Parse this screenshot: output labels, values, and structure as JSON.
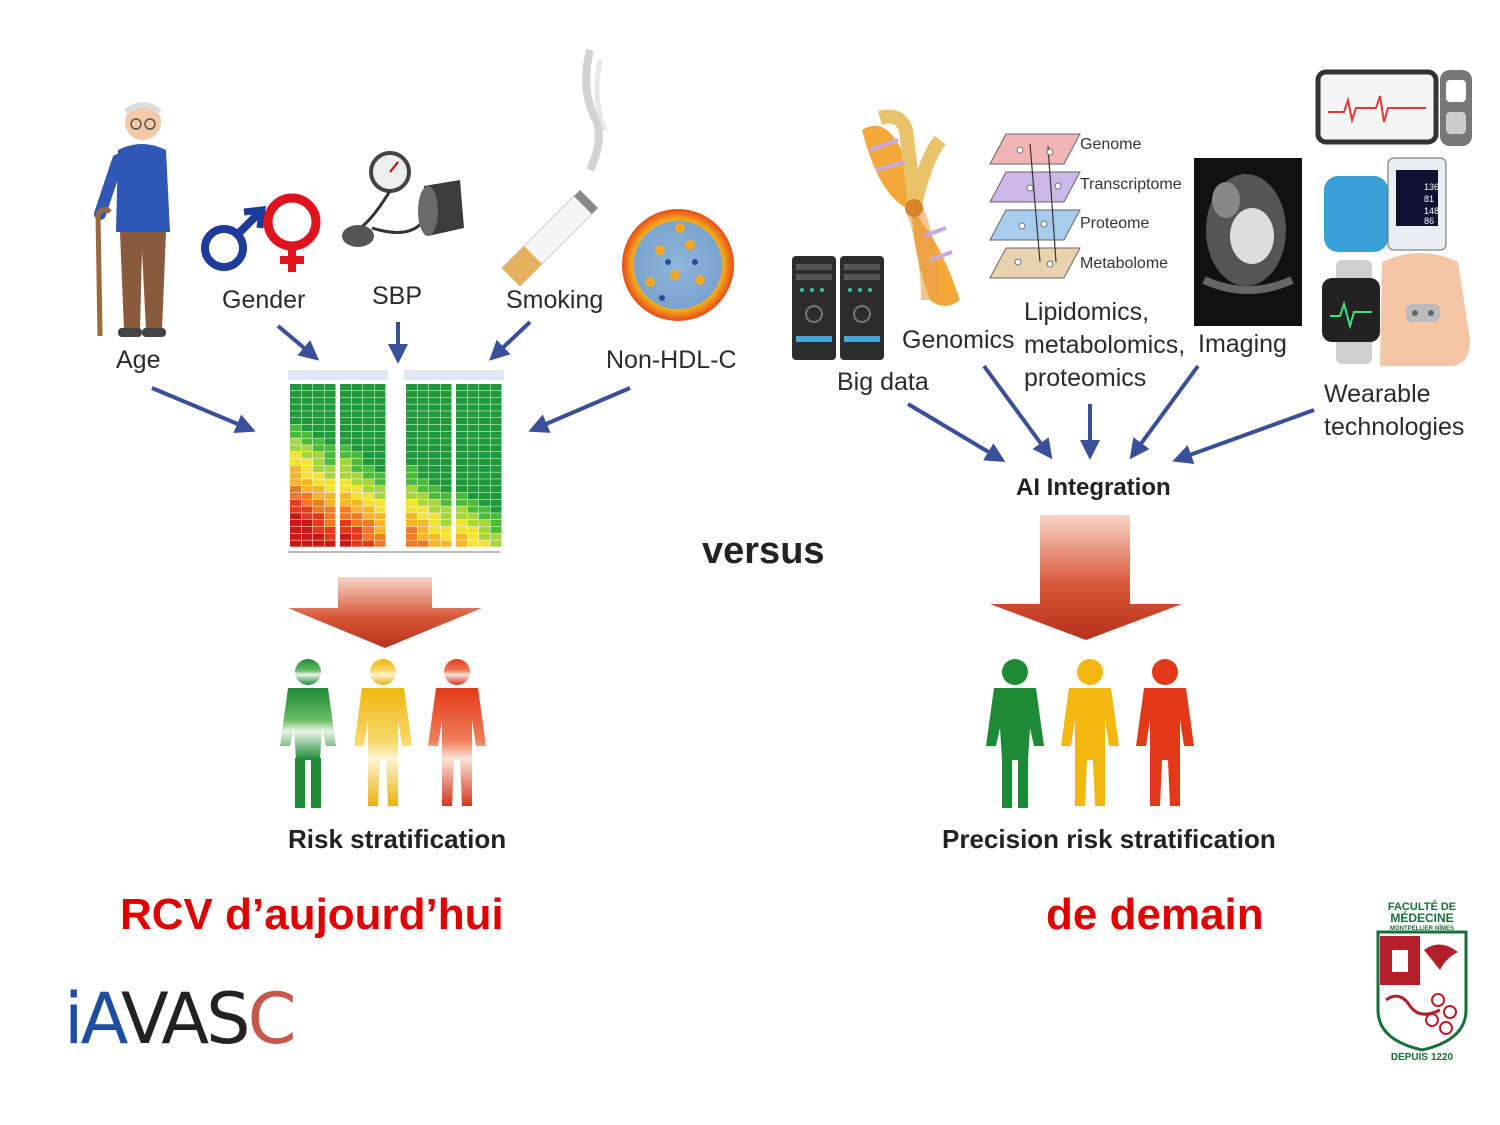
{
  "left": {
    "factors": [
      "Age",
      "Gender",
      "SBP",
      "Smoking",
      "Non-HDL-C"
    ],
    "result_label": "Risk stratification",
    "caption": "RCV d’aujourd’hui"
  },
  "center": {
    "versus": "versus"
  },
  "right": {
    "sources": {
      "big_data": "Big data",
      "genomics": "Genomics",
      "omics": [
        "Lipidomics,",
        "metabolomics,",
        "proteomics"
      ],
      "imaging": "Imaging",
      "wearable": [
        "Wearable",
        "technologies"
      ]
    },
    "omics_layers": [
      "Genome",
      "Transcriptome",
      "Proteome",
      "Metabolome"
    ],
    "integration": "AI Integration",
    "result_label": "Precision risk stratification",
    "caption": "de demain"
  },
  "logos": {
    "iavasc": {
      "part1": "iA",
      "part2": "VAS",
      "part3": "C"
    },
    "faculty": {
      "line1": "FACULTÉ DE",
      "line2": "MÉDECINE",
      "line3": "MONTPELLIER-NÎMES",
      "motto": "DEPUIS 1220"
    }
  },
  "wearable_readout": [
    "136",
    "81",
    "148",
    "86"
  ],
  "colors": {
    "red_title": "#e00000",
    "arrow_blue": "#3a4f9a",
    "green": "#1f8a3a",
    "yellow": "#f2c318",
    "red": "#e0401e"
  }
}
